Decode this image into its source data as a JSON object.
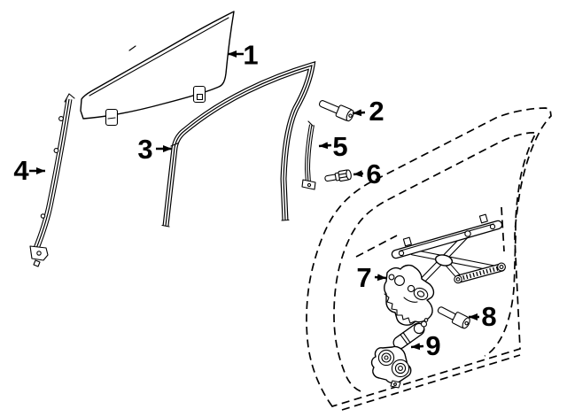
{
  "figure": {
    "kind": "exploded-parts-diagram",
    "subject": "front-door glass and window regulator hardware",
    "background_color": "#ffffff",
    "line_color": "#000000"
  },
  "callouts": [
    {
      "number": "1",
      "points_to": "door-glass",
      "arrow_direction": "left"
    },
    {
      "number": "2",
      "points_to": "guide-channel-bolt",
      "arrow_direction": "left"
    },
    {
      "number": "3",
      "points_to": "glass-run-channel",
      "arrow_direction": "right"
    },
    {
      "number": "4",
      "points_to": "front-guide-channel",
      "arrow_direction": "right"
    },
    {
      "number": "5",
      "points_to": "rear-guide-channel",
      "arrow_direction": "left"
    },
    {
      "number": "6",
      "points_to": "channel-mount-bolt",
      "arrow_direction": "left"
    },
    {
      "number": "7",
      "points_to": "window-regulator",
      "arrow_direction": "right"
    },
    {
      "number": "8",
      "points_to": "regulator-mount-bolt",
      "arrow_direction": "left"
    },
    {
      "number": "9",
      "points_to": "window-motor",
      "arrow_direction": "left"
    }
  ]
}
